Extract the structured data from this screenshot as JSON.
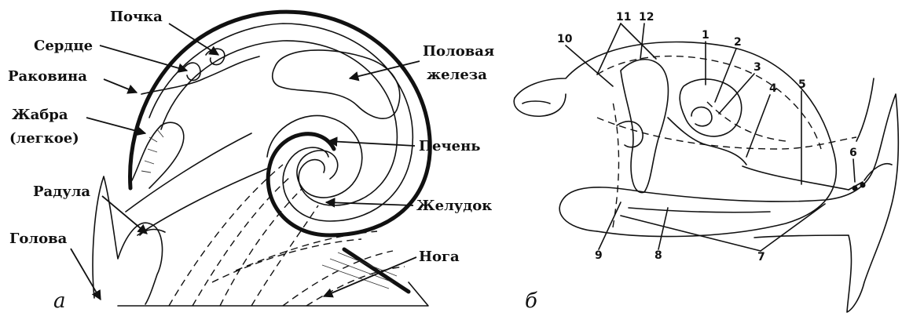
{
  "panel_a": {
    "letter": "а",
    "labels": {
      "kidney": "Почка",
      "heart": "Сердце",
      "shell": "Раковина",
      "gill_1": "Жабра",
      "gill_2": "(легкое)",
      "radula": "Радула",
      "head": "Голова",
      "gonad_1": "Половая",
      "gonad_2": "железа",
      "liver": "Печень",
      "stomach": "Желудок",
      "foot": "Нога"
    }
  },
  "panel_b": {
    "letter": "б",
    "numbers": [
      "1",
      "2",
      "3",
      "4",
      "5",
      "6",
      "7",
      "8",
      "9",
      "10",
      "11",
      "12"
    ]
  }
}
